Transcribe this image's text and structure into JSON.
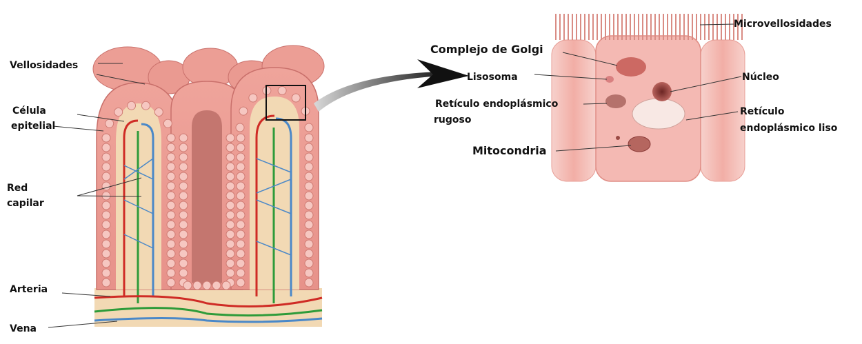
{
  "labels": {
    "vellosidades": "Vellosidades",
    "celula_epitelial_1": "Célula",
    "celula_epitelial_2": "epitelial",
    "red_capilar_1": "Red",
    "red_capilar_2": "capilar",
    "arteria": "Arteria",
    "vena": "Vena",
    "complejo_golgi": "Complejo de Golgi",
    "lisosoma": "Lisosoma",
    "reticulo_rugoso_1": "Retículo endoplásmico",
    "reticulo_rugoso_2": "rugoso",
    "mitocondria": "Mitocondria",
    "microvellosidades": "Microvellosidades",
    "nucleo": "Núcleo",
    "reticulo_liso_1": "Retículo",
    "reticulo_liso_2": "endoplásmico liso"
  },
  "colors": {
    "villus_fill": "#e9a7a0",
    "villus_stroke": "#c9706b",
    "submucosa": "#f2d9b4",
    "artery": "#cf2b25",
    "vein": "#4a88c8",
    "lymph": "#2e9b3a",
    "cell_body": "#f4b9b3",
    "nucleus": "#8a3a37"
  }
}
